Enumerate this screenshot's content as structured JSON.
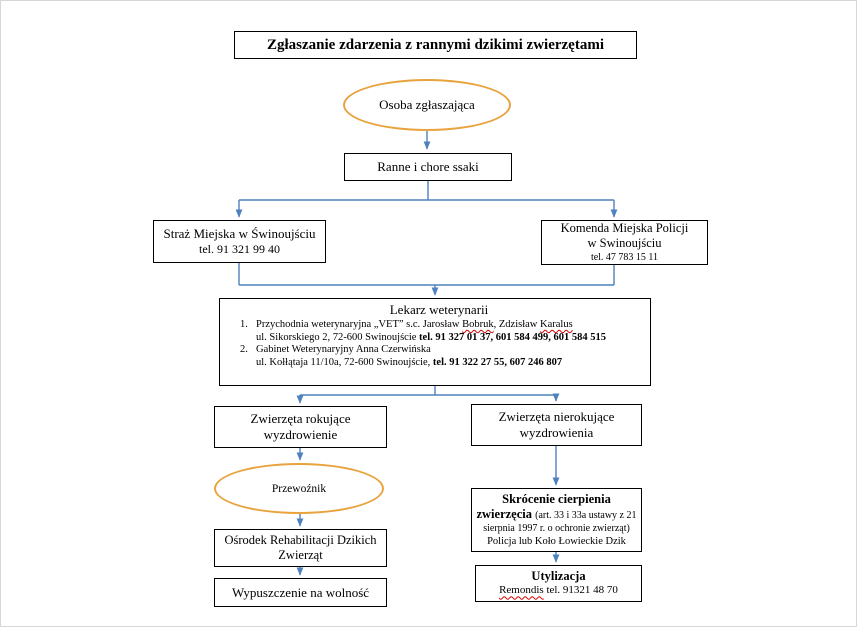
{
  "title": "Zgłaszanie zdarzenia z rannymi dzikimi zwierzętami",
  "colors": {
    "arrow": "#4F81BD",
    "ellipse_border": "#E8A33D",
    "box_border": "#000000",
    "spellcheck_underline": "#d40000"
  },
  "nodes": {
    "reporter": {
      "label": "Osoba zgłaszająca"
    },
    "injured_mammals": {
      "label": "Ranne i chore ssaki"
    },
    "city_guard": {
      "name": "Straż Miejska w Świnoujściu",
      "phone": "tel. 91 321 99 40"
    },
    "police": {
      "line1": "Komenda Miejska Policji",
      "line2": "w Swinoujściu",
      "phone": "tel. 47 783 15 11"
    },
    "vet": {
      "heading": "Lekarz weterynarii",
      "item1_num": "1.",
      "item1_text": "Przychodnia weterynaryjna „VET” s.c. Jarosław ",
      "item1_name1": "Bobruk",
      "item1_sep": ", Zdzisław ",
      "item1_name2": "Karalus",
      "item1_addr": "ul. Sikorskiego 2, 72-600 Swinoujście ",
      "item1_phones": "tel. 91 327 01 37, 601 584 499, 601 584 515",
      "item2_num": "2.",
      "item2_text": "Gabinet Weterynaryjny Anna Czerwińska",
      "item2_addr": "ul. Kołłątaja 11/10a, 72-600 Swinoujście, ",
      "item2_phones": "tel. 91 322 27 55, 607 246 807"
    },
    "prognosis_good": {
      "line1": "Zwierzęta rokujące",
      "line2": "wyzdrowienie"
    },
    "prognosis_bad": {
      "line1": "Zwierzęta nierokujące",
      "line2": "wyzdrowienia"
    },
    "carrier": {
      "label": "Przewoźnik"
    },
    "rehab_center": {
      "line1": "Ośrodek Rehabilitacji Dzikich",
      "line2": "Zwierząt"
    },
    "release": {
      "label": "Wypuszczenie na wolność"
    },
    "euthanasia": {
      "main_bold": "Skrócenie cierpienia zwierzęcia ",
      "legal": "(art. 33 i 33a ustawy z 21 sierpnia 1997 r. o ochronie zwierząt)",
      "subline": "Policja lub Koło Łowieckie Dzik"
    },
    "disposal": {
      "heading": "Utylizacja",
      "company": "Remondis",
      "phone": " tel. 91321 48 70"
    }
  }
}
